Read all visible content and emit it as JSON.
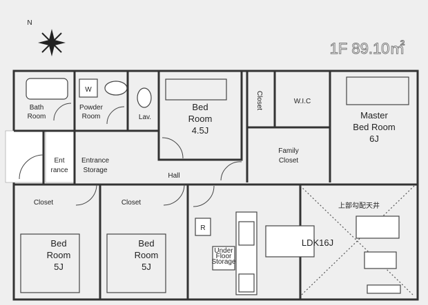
{
  "header": {
    "floor_area": "1F 89.10㎡",
    "north": "N"
  },
  "rooms": {
    "bath": [
      "Bath",
      "Room"
    ],
    "powder": [
      "Powder",
      "Room"
    ],
    "washer": "W",
    "lav": "Lav.",
    "bed1": [
      "Bed",
      "Room",
      "4.5J"
    ],
    "closet_top": "Closet",
    "wic": "W.I.C",
    "master": [
      "Master",
      "Bed Room",
      "6J"
    ],
    "family_closet": [
      "Family",
      "Closet"
    ],
    "entrance": [
      "Ent",
      "rance"
    ],
    "entrance_storage": [
      "Entrance",
      "Storage"
    ],
    "hall": "Hall",
    "closet_left": "Closet",
    "closet_mid": "Closet",
    "bed2": [
      "Bed",
      "Room",
      "5J"
    ],
    "bed3": [
      "Bed",
      "Room",
      "5J"
    ],
    "ceiling_note": "上部勾配天井",
    "ldk": "LDK16J",
    "fridge": "R",
    "underfloor": [
      "Under",
      "Floor",
      "Storage"
    ]
  }
}
